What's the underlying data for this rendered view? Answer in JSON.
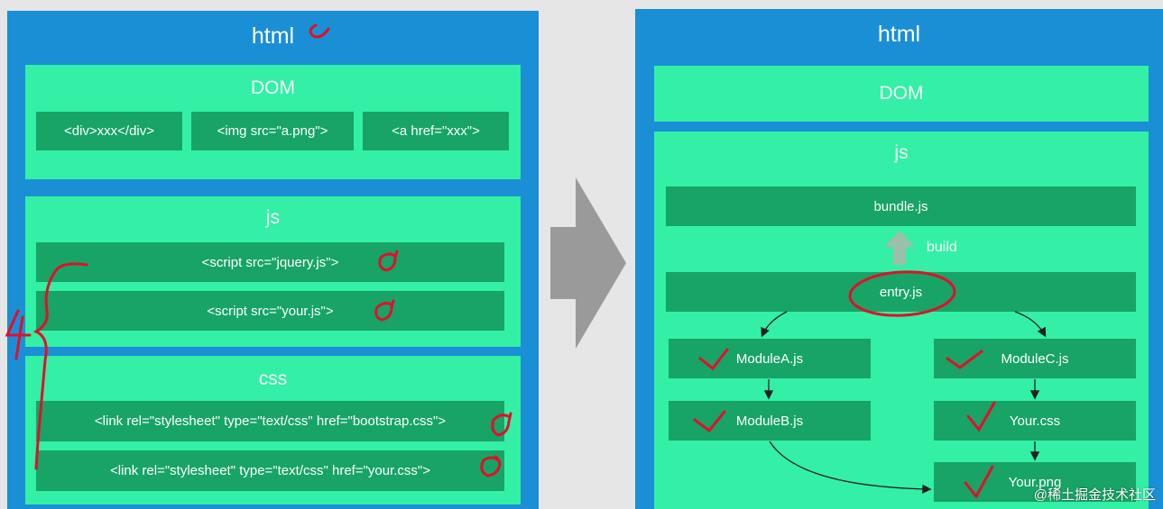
{
  "left": {
    "title": "html",
    "dom": {
      "title": "DOM",
      "items": [
        "<div>xxx</div>",
        "<img src=\"a.png\">",
        "<a href=\"xxx\">"
      ]
    },
    "js": {
      "title": "js",
      "items": [
        "<script src=\"jquery.js\">",
        "<script src=\"your.js\">"
      ]
    },
    "css": {
      "title": "css",
      "items": [
        "<link rel=\"stylesheet\" type=\"text/css\" href=\"bootstrap.css\">",
        "<link rel=\"stylesheet\" type=\"text/css\" href=\"your.css\">"
      ]
    }
  },
  "right": {
    "title": "html",
    "dom": {
      "title": "DOM"
    },
    "js": {
      "title": "js",
      "bundle": "bundle.js",
      "build_label": "build",
      "entry": "entry.js",
      "modules": {
        "a": "ModuleA.js",
        "b": "ModuleB.js",
        "c": "ModuleC.js",
        "your_css": "Your.css",
        "your_png": "Your.png"
      }
    }
  },
  "watermark": "@稀土掘金技术社区",
  "colors": {
    "panel": "#1a8fd6",
    "box": "#33f0a6",
    "chip": "#17a466",
    "annotation": "#e0102a",
    "arrow": "#9a9a9a"
  }
}
